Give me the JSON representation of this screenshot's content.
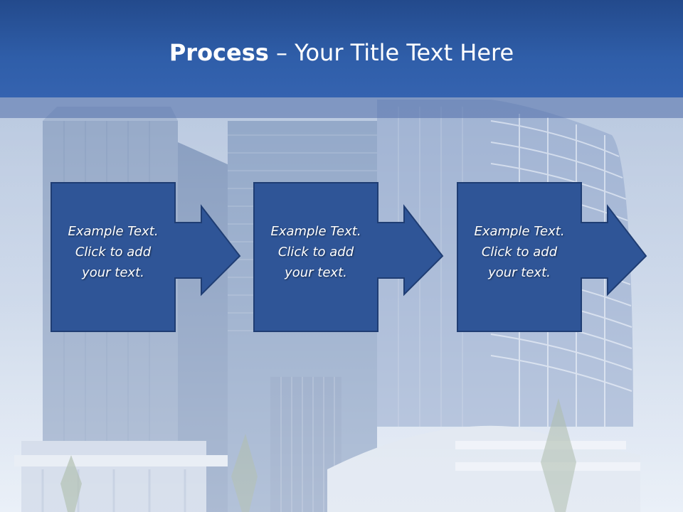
{
  "slide": {
    "title_bold": "Process",
    "title_rest": " – Your Title Text Here",
    "accent_color": "#2f5597",
    "steps": [
      {
        "text": "Example Text.\nClick  to add\nyour text."
      },
      {
        "text": "Example Text.\nClick  to add\nyour text."
      },
      {
        "text": "Example Text.\nClick  to add\nyour text."
      }
    ]
  }
}
